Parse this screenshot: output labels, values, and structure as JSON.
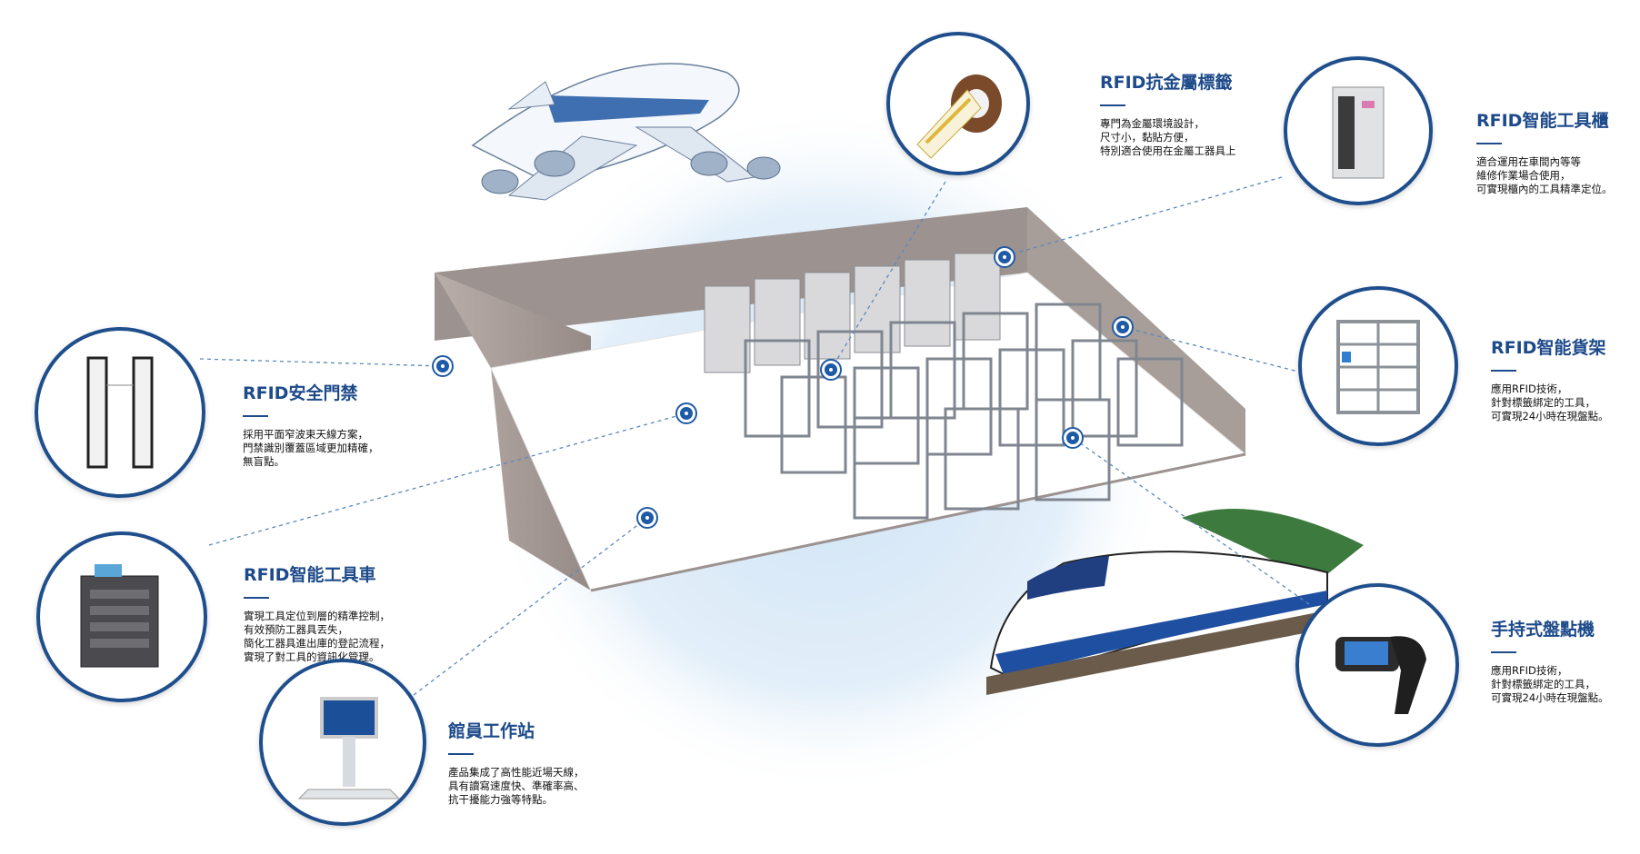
{
  "items": [
    {
      "key": "metal_tag",
      "title": "RFID抗金屬標籤",
      "desc": "專門為金屬環境設計，\n尺寸小，黏貼方便，\n特別適合使用在金屬工器具上"
    },
    {
      "key": "tool_cabinet",
      "title": "RFID智能工具櫃",
      "desc": "適合運用在車間內等等\n維修作業場合使用，\n可實現櫃內的工具精準定位。"
    },
    {
      "key": "security_gate",
      "title": "RFID安全門禁",
      "desc": "採用平面窄波束天線方案，\n門禁識別覆蓋區域更加精確，\n無盲點。"
    },
    {
      "key": "smart_shelf",
      "title": "RFID智能貨架",
      "desc": "應用RFID技術，\n針對標籤綁定的工具，\n可實現24小時在現盤點。"
    },
    {
      "key": "tool_cart",
      "title": "RFID智能工具車",
      "desc": "實現工具定位到層的精準控制，\n有效預防工器具丟失，\n簡化工器具進出庫的登記流程，\n實現了對工具的資訊化管理。"
    },
    {
      "key": "handheld",
      "title": "手持式盤點機",
      "desc": "應用RFID技術，\n針對標籤綁定的工具，\n可實現24小時在現盤點。"
    },
    {
      "key": "workstation",
      "title": "館員工作站",
      "desc": "產品集成了高性能近場天線，\n具有讀寫速度快、準確率高、\n抗干擾能力強等特點。"
    }
  ],
  "colors": {
    "accent": "#1d4a8a",
    "glow": "#dcebf8",
    "wall": "#a59a96",
    "floor": "#ffffff",
    "shelf": "#8d9299"
  }
}
